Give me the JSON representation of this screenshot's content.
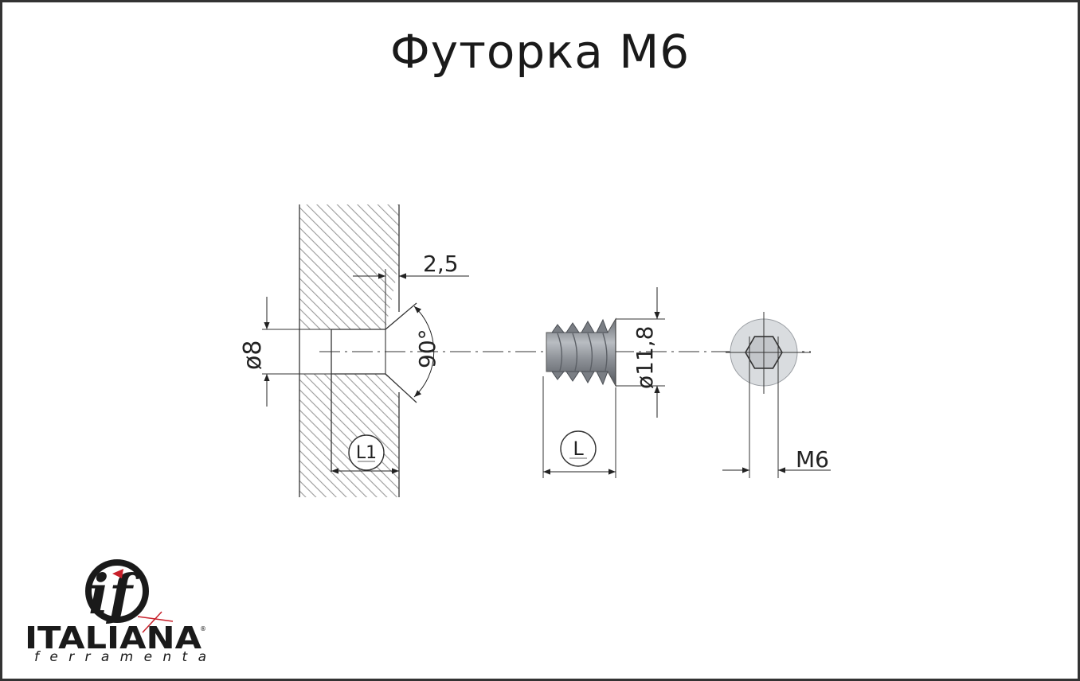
{
  "title": "Футорка М6",
  "dims": {
    "depth": "2,5",
    "hole_diameter": "ø8",
    "angle": "90°",
    "hole_length": "L1",
    "outer_diameter": "ø11,8",
    "length": "L",
    "thread": "M6"
  },
  "logo": {
    "brand": "ITALIANA",
    "sub": "ferramenta",
    "mark": "if"
  },
  "colors": {
    "line": "#333333",
    "hatch": "#9a9a9a",
    "insert": "#8c9096",
    "accent": "#c8202a"
  }
}
